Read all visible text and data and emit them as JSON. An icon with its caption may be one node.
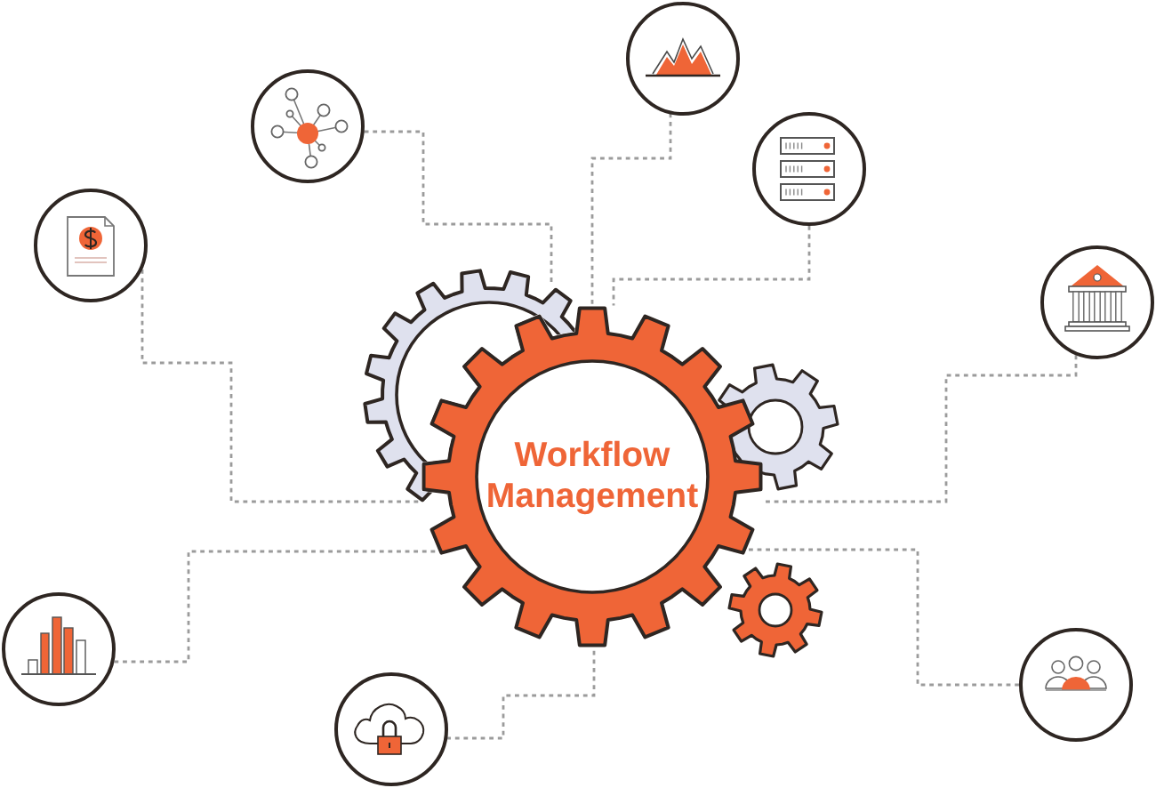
{
  "diagram": {
    "nodes": [
      {
        "text": [],
        "shape": "circle"
      },
      {
        "text": [],
        "shape": "circle"
      },
      {
        "text": [],
        "shape": "circle"
      },
      {
        "text": [],
        "shape": "circle"
      },
      {
        "text": [],
        "shape": "circle"
      },
      {
        "text": [],
        "shape": "gear"
      },
      {
        "text": [
          "Workflow Management"
        ]
      },
      {
        "text": [],
        "shape": "gear"
      },
      {
        "text": [],
        "shape": "gear"
      },
      {
        "text": [],
        "shape": "circle"
      },
      {
        "text": [],
        "shape": "circle"
      },
      {
        "text": [],
        "shape": "circle"
      }
    ],
    "edges": [
      {
        "from": 0,
        "to": 6,
        "arrow": "none"
      },
      {
        "from": 1,
        "to": 5,
        "arrow": "none"
      },
      {
        "from": 2,
        "to": 6,
        "arrow": "none"
      },
      {
        "from": 3,
        "to": 6,
        "arrow": "none"
      },
      {
        "from": 4,
        "to": 6,
        "arrow": "none"
      },
      {
        "from": 9,
        "to": 6,
        "arrow": "none"
      },
      {
        "from": 10,
        "to": 6,
        "arrow": "none"
      },
      {
        "from": 11,
        "to": 6,
        "arrow": "none"
      }
    ]
  }
}
